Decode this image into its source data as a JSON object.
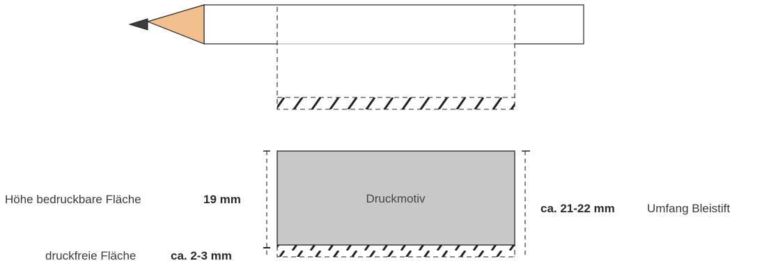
{
  "labels": {
    "print_height": {
      "text": "Höhe bedruckbare Fläche",
      "value": "19 mm"
    },
    "non_print_area": {
      "text": "druckfreie Fläche",
      "value": "ca. 2-3 mm"
    },
    "circumference": {
      "text": "Umfang Bleistift",
      "value": "ca. 21-22 mm"
    },
    "print_motif": "Druckmotiv"
  },
  "colors": {
    "pencil_wood": "#f2bf8e",
    "pencil_lead": "#3c3c3c",
    "print_area_fill": "#c8c8c8",
    "outline": "#222222"
  }
}
